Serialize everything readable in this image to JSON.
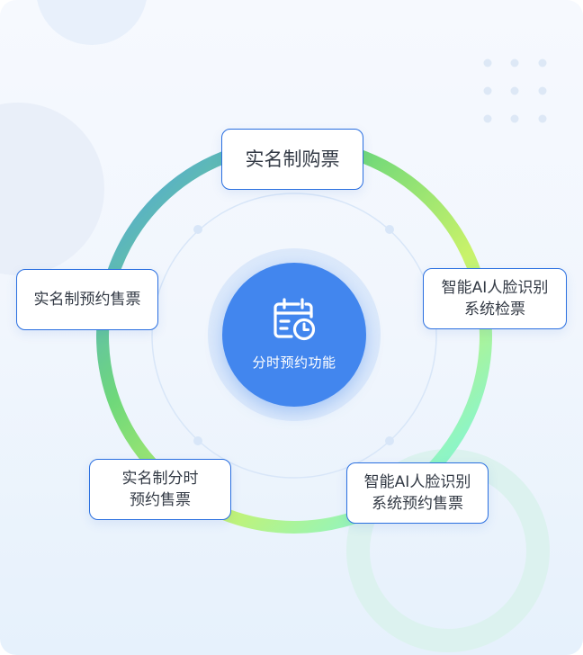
{
  "colors": {
    "center_fill": "#4286ee",
    "node_border": "#2a6fe0",
    "ring_blue": "#4d9cef",
    "ring_green": "#6fd87a",
    "ring_lime": "#c9f26a",
    "ring_cyan": "#6ff0d8"
  },
  "center": {
    "icon": "calendar-clock-icon",
    "label": "分时预约功能"
  },
  "nodes": {
    "top": "实名制购票",
    "right": "智能AI人脸识别\n系统检票",
    "bottom_right": "智能AI人脸识别\n系统预约售票",
    "bottom_left": "实名制分时\n预约售票",
    "left": "实名制预约售票"
  }
}
